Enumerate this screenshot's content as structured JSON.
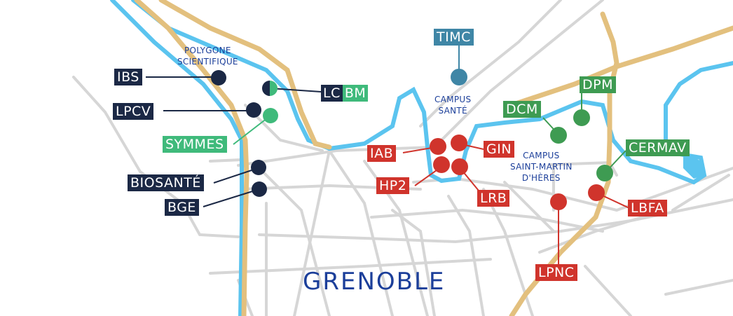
{
  "map": {
    "city_name": "GRENOBLE",
    "colors": {
      "river": "#5bc4ef",
      "highway": "#e3c07e",
      "road": "#d6d6d6",
      "place_text": "#1c3f9a",
      "navy": "#1b2845",
      "green": "#3e9b52",
      "mint": "#3fba7b",
      "red": "#d0342c",
      "teal": "#3f86a6"
    },
    "areas": [
      {
        "id": "polygone",
        "lines": [
          "POLYGONE",
          "SCIENTIFIQUE"
        ]
      },
      {
        "id": "sante",
        "lines": [
          "CAMPUS",
          "SANTÉ"
        ]
      },
      {
        "id": "smh",
        "lines": [
          "CAMPUS",
          "SAINT-MARTIN",
          "D'HÈRES"
        ]
      }
    ],
    "labs": [
      {
        "name": "IBS",
        "color": "navy"
      },
      {
        "name": "LCBM",
        "color": "navy+green",
        "part1": "LC",
        "part2": "BM"
      },
      {
        "name": "LPCV",
        "color": "navy"
      },
      {
        "name": "SYMMES",
        "color": "mint"
      },
      {
        "name": "BIOSANTÉ",
        "color": "navy"
      },
      {
        "name": "BGE",
        "color": "navy"
      },
      {
        "name": "TIMC",
        "color": "teal"
      },
      {
        "name": "IAB",
        "color": "red"
      },
      {
        "name": "GIN",
        "color": "red"
      },
      {
        "name": "HP2",
        "color": "red"
      },
      {
        "name": "LRB",
        "color": "red"
      },
      {
        "name": "DCM",
        "color": "green"
      },
      {
        "name": "DPM",
        "color": "green"
      },
      {
        "name": "CERMAV",
        "color": "green"
      },
      {
        "name": "LBFA",
        "color": "red"
      },
      {
        "name": "LPNC",
        "color": "red"
      }
    ]
  }
}
